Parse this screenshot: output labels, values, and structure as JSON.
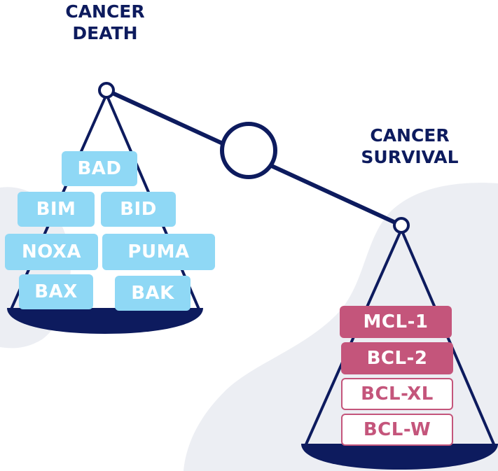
{
  "colors": {
    "navy": "#0d1b5e",
    "pro_apoptotic": "#8fd8f5",
    "anti_apoptotic": "#c4557b",
    "background_blob": "#eceef3"
  },
  "left_pan": {
    "heading": [
      "CANCER",
      "DEATH"
    ],
    "blocks": [
      "BAD",
      "BIM",
      "BID",
      "NOXA",
      "PUMA",
      "BAX",
      "BAK"
    ]
  },
  "right_pan": {
    "heading": [
      "CANCER",
      "SURVIVAL"
    ],
    "blocks": [
      "MCL-1",
      "BCL-2",
      "BCL-XL",
      "BCL-W"
    ]
  }
}
